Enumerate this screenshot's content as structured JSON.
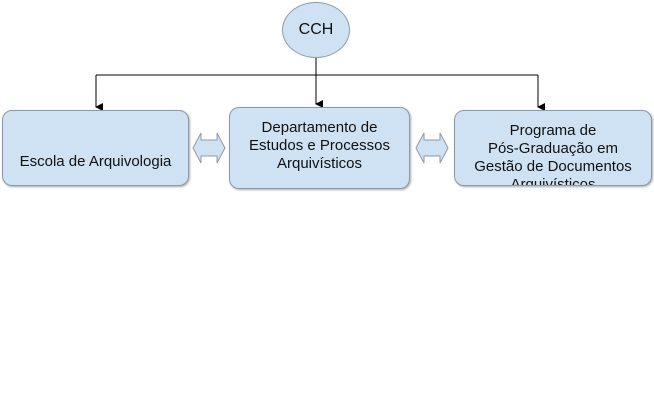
{
  "root": {
    "label": "CCH"
  },
  "children": [
    {
      "label": "Escola de Arquivologia"
    },
    {
      "lines": [
        "Departamento de",
        "Estudos e Processos",
        "Arquivísticos"
      ]
    },
    {
      "lines": [
        "Programa de",
        "Pós-Graduação em",
        "Gestão de Documentos",
        "Arquivísticos"
      ]
    }
  ],
  "colors": {
    "fill": "#cfe2f3",
    "border": "#8c9aa6",
    "connector": "#000000"
  }
}
